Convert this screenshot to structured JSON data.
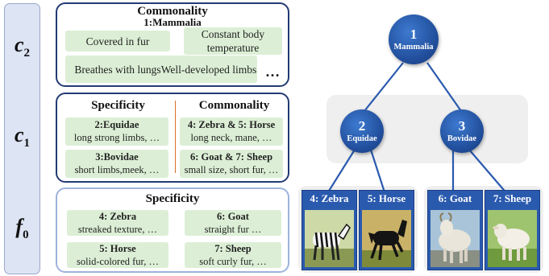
{
  "levels": {
    "c2": "c",
    "c2_sub": "2",
    "c1": "c",
    "c1_sub": "1",
    "f0": "f",
    "f0_sub": "0"
  },
  "panel_c2": {
    "title": "Commonality",
    "subtitle": "1:Mammalia",
    "chips": [
      "Covered in fur",
      "Constant body temperature",
      "Breathes with lungs",
      "Well-developed limbs"
    ],
    "ellipsis": "…"
  },
  "panel_c1": {
    "left_title": "Specificity",
    "right_title": "Commonality",
    "items": [
      {
        "name": "2:Equidae",
        "desc": "long strong limbs, …"
      },
      {
        "name": "3:Bovidae",
        "desc": "short limbs,meek, …"
      },
      {
        "name": "4: Zebra & 5: Horse",
        "desc": "long neck, mane, …"
      },
      {
        "name": "6: Goat & 7: Sheep",
        "desc": "small size, short fur, …"
      }
    ]
  },
  "panel_f0": {
    "title": "Specificity",
    "items": [
      {
        "name": "4: Zebra",
        "desc": "streaked texture, …"
      },
      {
        "name": "6: Goat",
        "desc": "straight fur …"
      },
      {
        "name": "5: Horse",
        "desc": "solid-colored fur, …"
      },
      {
        "name": "7: Sheep",
        "desc": "soft curly fur, …"
      }
    ]
  },
  "tree": {
    "root": {
      "num": "1",
      "name": "Mammalia"
    },
    "mid": [
      {
        "num": "2",
        "name": "Equidae"
      },
      {
        "num": "3",
        "name": "Bovidae"
      }
    ],
    "leaves": [
      "4: Zebra",
      "5: Horse",
      "6: Goat",
      "7: Sheep"
    ]
  },
  "colors": {
    "node": "#2452a0",
    "panel_border": "#233a73",
    "chip": "#dcefd6",
    "divider": "#d9722a",
    "group_bg": "#efefef"
  }
}
